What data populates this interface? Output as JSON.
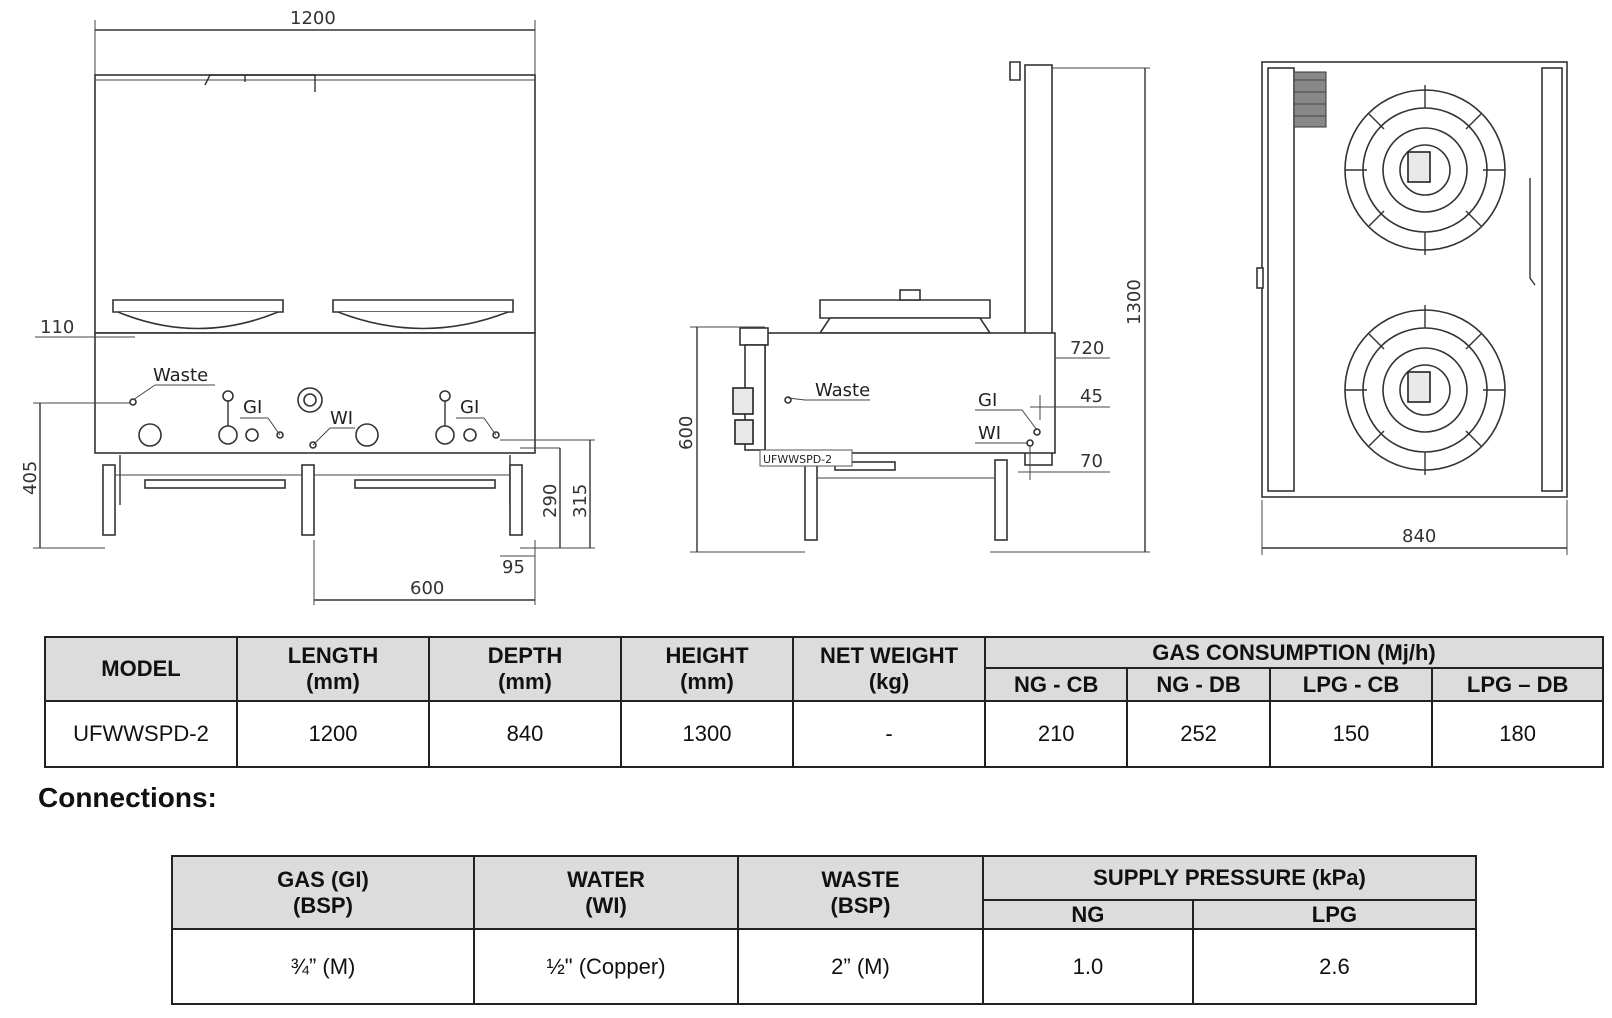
{
  "drawing": {
    "front_view": {
      "dims": {
        "width": "1200",
        "left_offset": "110",
        "height_left": "405",
        "leg_spacing": "600",
        "foot": "95",
        "gi_height": "290",
        "wi_height": "315"
      },
      "labels": {
        "waste": "Waste",
        "gi_left": "GI",
        "wi": "WI",
        "gi_right": "GI"
      }
    },
    "side_view": {
      "dims": {
        "height_total": "1300",
        "height_body": "600",
        "depth_upper": "720",
        "gi_offset": "45",
        "wi_offset": "70"
      },
      "labels": {
        "waste": "Waste",
        "gi": "GI",
        "wi": "WI",
        "model_tag": "UFWWSPD-2"
      }
    },
    "top_view": {
      "dims": {
        "depth": "840"
      }
    }
  },
  "spec_table": {
    "headers": {
      "model": "MODEL",
      "length": [
        "LENGTH",
        "(mm)"
      ],
      "depth": [
        "DEPTH",
        "(mm)"
      ],
      "height": [
        "HEIGHT",
        "(mm)"
      ],
      "net_weight": [
        "NET WEIGHT",
        "(kg)"
      ],
      "gas_consumption": "GAS CONSUMPTION (Mj/h)",
      "gas_sub": [
        "NG - CB",
        "NG - DB",
        "LPG - CB",
        "LPG – DB"
      ]
    },
    "row": {
      "model": "UFWWSPD-2",
      "length": "1200",
      "depth": "840",
      "height": "1300",
      "net_weight": "-",
      "gas": [
        "210",
        "252",
        "150",
        "180"
      ]
    }
  },
  "connections": {
    "title": "Connections:",
    "headers": {
      "gas": [
        "GAS (GI)",
        "(BSP)"
      ],
      "water": [
        "WATER",
        "(WI)"
      ],
      "waste": [
        "WASTE",
        "(BSP)"
      ],
      "supply": "SUPPLY PRESSURE (kPa)",
      "supply_sub": [
        "NG",
        "LPG"
      ]
    },
    "row": {
      "gas": "¾” (M)",
      "water": "½\" (Copper)",
      "waste": "2” (M)",
      "ng": "1.0",
      "lpg": "2.6"
    }
  }
}
